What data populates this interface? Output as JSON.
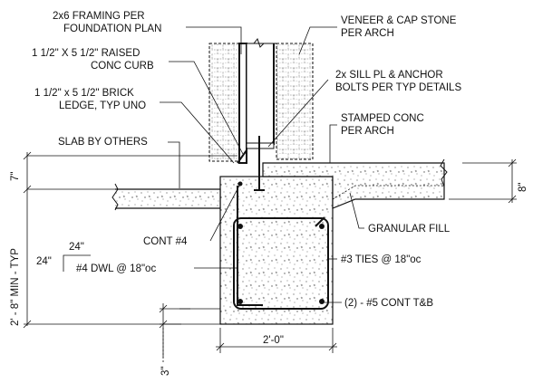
{
  "labels": {
    "framing": [
      "2x6 FRAMING PER",
      "FOUNDATION PLAN"
    ],
    "curb": [
      "1 1/2\" X 5 1/2\" RAISED",
      "CONC CURB"
    ],
    "ledge": [
      "1 1/2\" x 5 1/2\" BRICK",
      "LEDGE, TYP UNO"
    ],
    "slab": "SLAB BY OTHERS",
    "veneer": [
      "VENEER & CAP STONE",
      "PER ARCH"
    ],
    "sill": [
      "2x SILL PL & ANCHOR",
      "BOLTS PER TYP DETAILS"
    ],
    "stamped": [
      "STAMPED CONC",
      "PER ARCH"
    ],
    "granular": "GRANULAR FILL",
    "cont4": "CONT #4",
    "dwl": "#4 DWL @ 18\"oc",
    "ties": "#3 TIES @ 18\"oc",
    "cont5": "(2) - #5 CONT T&B",
    "dim_width": "2'-0\"",
    "dim_depth": "2' - 8\" MIN - TYP",
    "dim_7": "7\"",
    "dim_8": "8\"",
    "dim_3": "3\"",
    "dwl_leg_h": "24\"",
    "dwl_leg_v": "24\""
  }
}
